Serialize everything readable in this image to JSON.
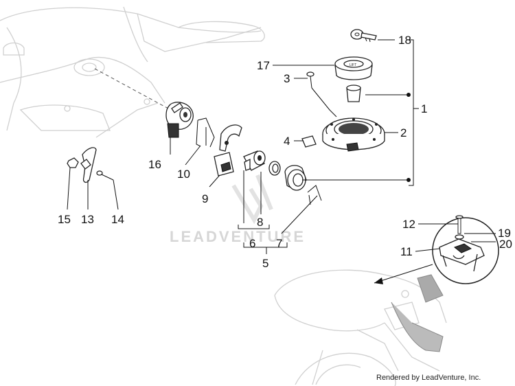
{
  "labels": {
    "l1": "1",
    "l2": "2",
    "l3": "3",
    "l4": "4",
    "l5": "5",
    "l6": "6",
    "l7": "7",
    "l8": "8",
    "l9": "9",
    "l10": "10",
    "l11": "11",
    "l12": "12",
    "l13": "13",
    "l14": "14",
    "l15": "15",
    "l16": "16",
    "l17": "17",
    "l18": "18",
    "l19": "19",
    "l20": "20"
  },
  "cap_text": "LIFT",
  "watermark": "LEADVENTURE",
  "credit": "Rendered by LeadVenture, Inc."
}
